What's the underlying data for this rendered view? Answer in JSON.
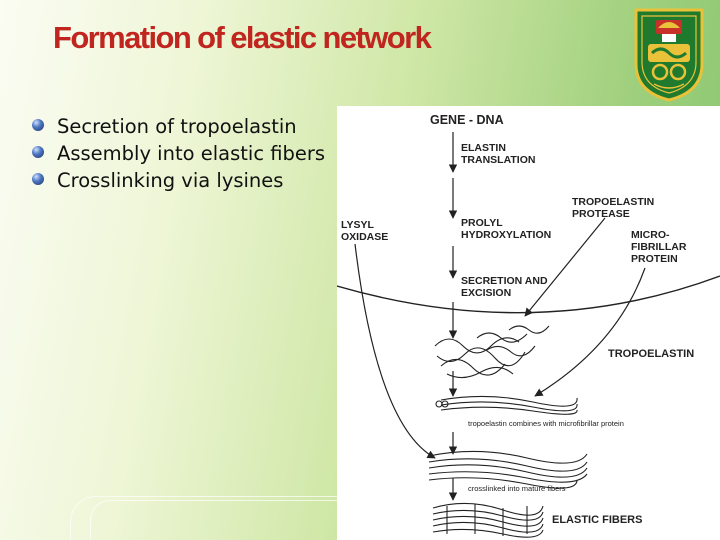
{
  "slide": {
    "title": "Formation of elastic network",
    "bullets": [
      {
        "text": "Secretion of tropoelastin"
      },
      {
        "text": "Assembly into elastic fibers"
      },
      {
        "text": "Crosslinking via lysines"
      }
    ]
  },
  "diagram": {
    "gene": "GENE - DNA",
    "translation_1": "ELASTIN",
    "translation_2": "TRANSLATION",
    "protease_1": "TROPOELASTIN",
    "protease_2": "PROTEASE",
    "lysyl_1": "LYSYL",
    "lysyl_2": "OXIDASE",
    "prolyl_1": "PROLYL",
    "prolyl_2": "HYDROXYLATION",
    "micro_1": "MICRO-",
    "micro_2": "FIBRILLAR",
    "micro_3": "PROTEIN",
    "secretion_1": "SECRETION AND",
    "secretion_2": "EXCISION",
    "tropoelastin": "TROPOELASTIN",
    "combines": "tropoelastin combines with microfibrillar protein",
    "crosslinked": "crosslinked into mature fibers",
    "elastic_fibers": "ELASTIC FIBERS"
  },
  "colors": {
    "title": "#c0261f",
    "seal_green": "#1f7a2e",
    "seal_gold": "#e9c23a",
    "seal_red": "#c8302a"
  },
  "icons": {
    "logo": "university-seal-icon",
    "bullet": "sphere-bullet-icon"
  }
}
